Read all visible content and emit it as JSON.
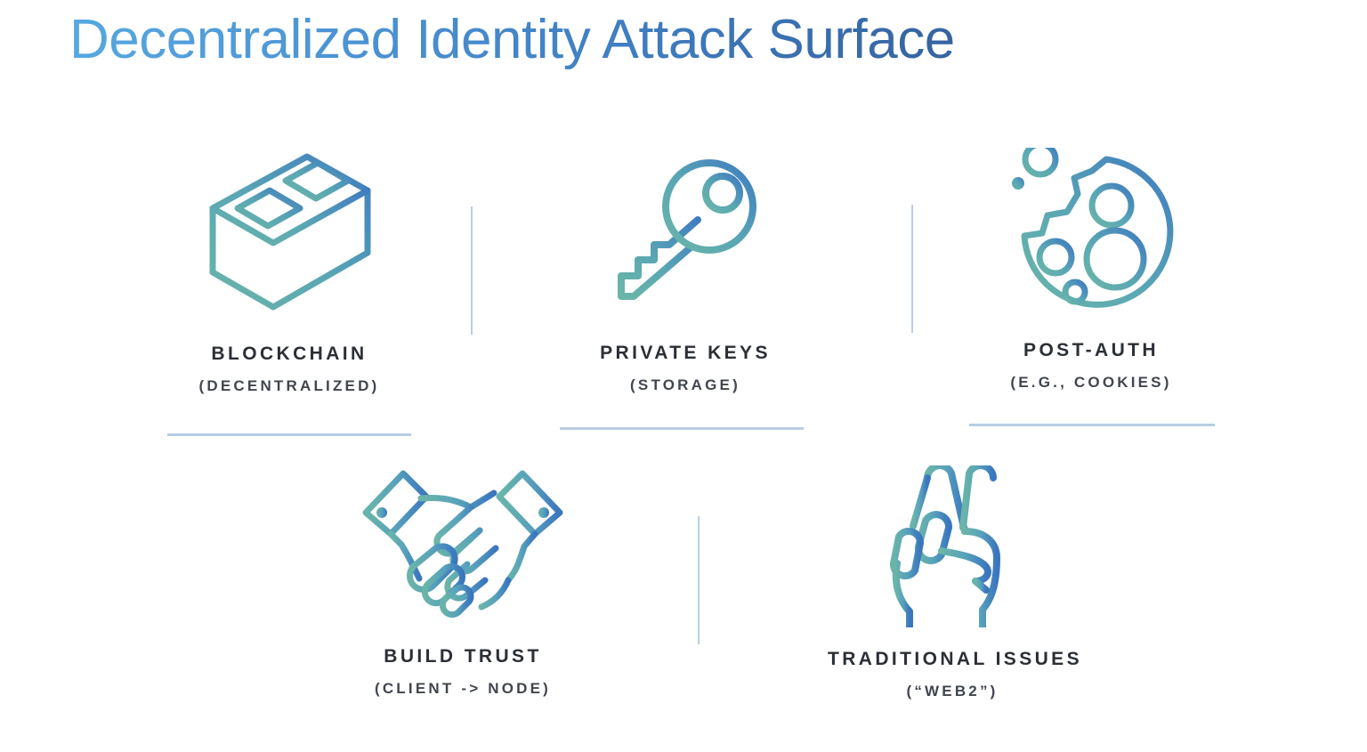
{
  "slide": {
    "title": "Decentralized Identity Attack Surface",
    "background_color": "#ffffff",
    "title_gradient_from": "#56a8e0",
    "title_gradient_to": "#35639f",
    "icon_gradient_from": "#6ab5a8",
    "icon_gradient_to": "#3f7cc0",
    "rule_color": "#b9cde6"
  },
  "items": [
    {
      "icon": "cinder-block-icon",
      "title": "BLOCKCHAIN",
      "subtitle": "(DECENTRALIZED)"
    },
    {
      "icon": "key-icon",
      "title": "PRIVATE KEYS",
      "subtitle": "(STORAGE)"
    },
    {
      "icon": "cookie-icon",
      "title": "POST-AUTH",
      "subtitle": "(E.G., COOKIES)"
    },
    {
      "icon": "handshake-icon",
      "title": "BUILD TRUST",
      "subtitle": "(CLIENT -> NODE)"
    },
    {
      "icon": "peace-hand-icon",
      "title": "TRADITIONAL ISSUES",
      "subtitle": "(“WEB2”)"
    }
  ]
}
